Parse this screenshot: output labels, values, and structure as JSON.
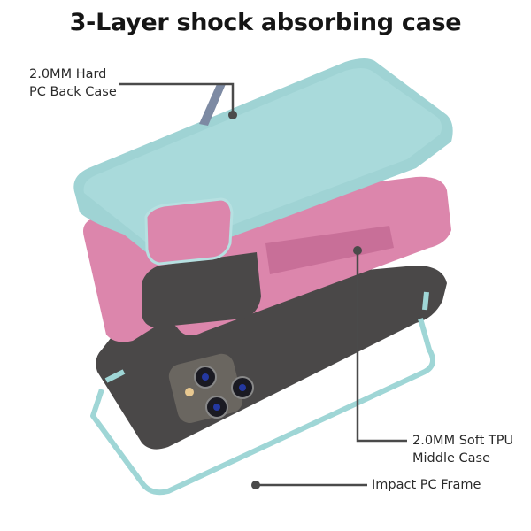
{
  "title": "3-Layer shock absorbing case",
  "callouts": [
    {
      "line1": "2.0MM Hard",
      "line2": "PC Back Case",
      "layer": "back-case"
    },
    {
      "line1": "2.0MM Soft TPU",
      "line2": "Middle Case",
      "layer": "middle-case"
    },
    {
      "line1": "Impact PC Frame",
      "layer": "frame"
    }
  ],
  "colors": {
    "back_case": "#9fd3d4",
    "middle_case": "#dc86ac",
    "phone_body": "#4a4848",
    "frame": "#9fd6d6",
    "leader_line": "#4a4a4a",
    "title_text": "#151515"
  }
}
